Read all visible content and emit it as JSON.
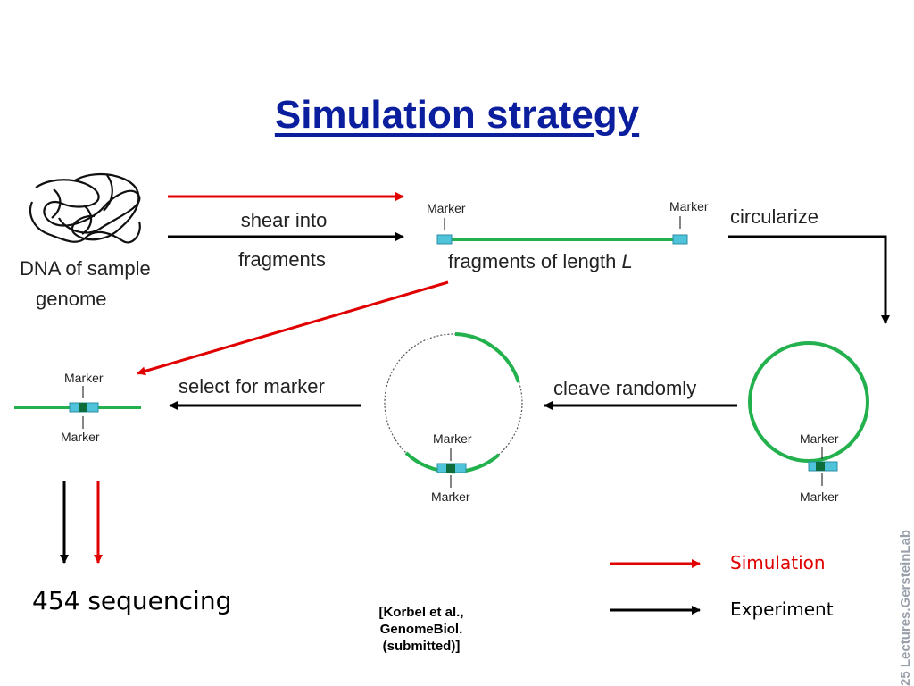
{
  "title": "Simulation strategy",
  "labels": {
    "shear_into": "shear into",
    "fragments": "fragments",
    "dna_line1": "DNA of sample",
    "dna_line2": "genome",
    "fragments_of_length": "fragments of length",
    "length_var": "L",
    "circularize": "circularize",
    "cleave_randomly": "cleave randomly",
    "select_for_marker": "select for marker",
    "marker": "Marker"
  },
  "sequencing": "454 sequencing",
  "citation": {
    "line1": "[Korbel et al.,",
    "line2": "GenomeBiol.",
    "line3": "(submitted)]"
  },
  "legend": {
    "simulation": "Simulation",
    "experiment": "Experiment"
  },
  "side_text": "25 Lectures.GersteinLab",
  "colors": {
    "title": "#0b1f9e",
    "simulation": "#e00000",
    "experiment": "#000000",
    "dna_fragment": "#22b14c",
    "marker": "#4fc3d9",
    "marker_core": "#0e6b3a"
  }
}
